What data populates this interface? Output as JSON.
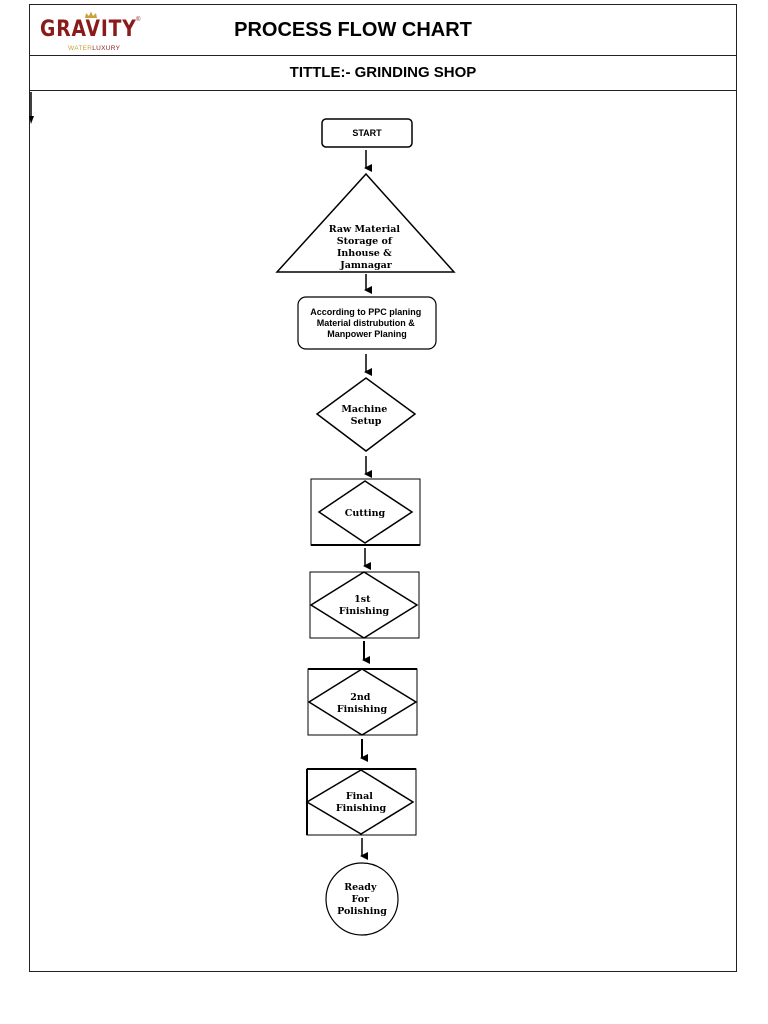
{
  "brand": {
    "logo_main": "GRAVITY",
    "logo_sub_a": "WATER",
    "logo_sub_b": "LUXURY",
    "colors": {
      "maroon": "#8b1a1a",
      "gold": "#c9a23a"
    }
  },
  "header": {
    "title": "PROCESS FLOW CHART",
    "subtitle": "TITTLE:- GRINDING SHOP"
  },
  "flow": {
    "start": "START",
    "raw_material": [
      "Raw Material",
      "Storage of",
      "Inhouse &",
      "Jamnagar"
    ],
    "ppc": [
      "According to PPC planing",
      "Material distrubution &",
      "Manpower Planing"
    ],
    "machine_setup": [
      "Machine",
      "Setup"
    ],
    "cutting": [
      "Cutting"
    ],
    "first_finishing": [
      "1st",
      "Finishing"
    ],
    "second_finishing": [
      "2nd",
      "Finishing"
    ],
    "final_finishing": [
      "Final",
      "Finishing"
    ],
    "ready": [
      "Ready",
      "For",
      "Polishing"
    ]
  }
}
